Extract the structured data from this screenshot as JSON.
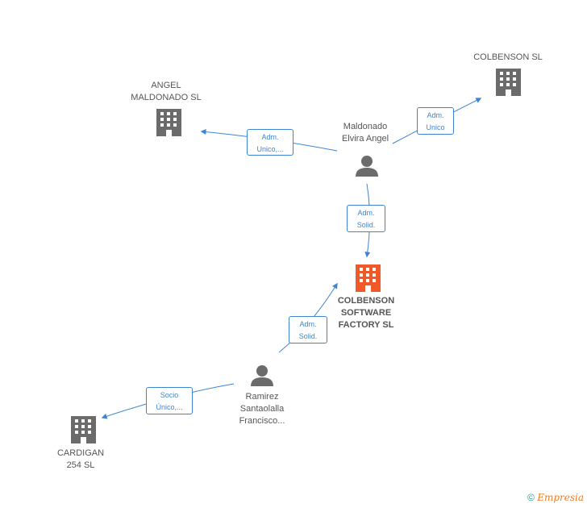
{
  "nodes": {
    "center": {
      "label": "COLBENSON\nSOFTWARE\nFACTORY SL",
      "type": "company",
      "color": "#f05a28"
    },
    "angel": {
      "label": "ANGEL\nMALDONADO SL",
      "type": "company",
      "color": "#6b6b6b"
    },
    "colbenson": {
      "label": "COLBENSON SL",
      "type": "company",
      "color": "#6b6b6b"
    },
    "cardigan": {
      "label": "CARDIGAN\n254 SL",
      "type": "company",
      "color": "#6b6b6b"
    },
    "maldonado": {
      "label": "Maldonado\nElvira Angel",
      "type": "person",
      "color": "#6b6b6b"
    },
    "ramirez": {
      "label": "Ramirez\nSantaolalla\nFrancisco...",
      "type": "person",
      "color": "#6b6b6b"
    }
  },
  "edges": {
    "to_angel": "Adm.\nUnico,...",
    "to_colbenson": "Adm.\nUnico",
    "to_center_top": "Adm.\nSolid.",
    "to_center_bottom": "Adm.\nSolid.",
    "to_cardigan": "Socio\nÚnico,..."
  },
  "edge_color": "#3d85d1",
  "watermark": {
    "symbol": "©",
    "brand": "Empresia"
  }
}
